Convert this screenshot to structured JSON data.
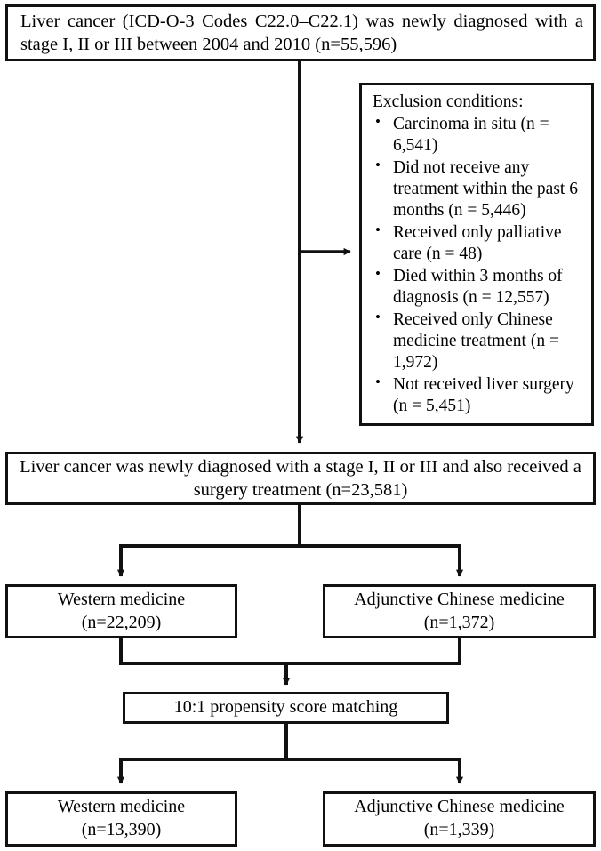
{
  "figure": {
    "type": "flowchart",
    "title": "Study cohort selection flow diagram"
  },
  "nodes": {
    "top_cohort": {
      "line1": "Liver cancer (ICD-O-3 Codes C22.0–C22.1) was newly diagnosed with a",
      "line2": "stage I, II or III  between 2004 and 2010 (n=55,596)"
    },
    "exclusion": {
      "title": "Exclusion conditions:",
      "bullet_glyph": "•",
      "items": [
        "Carcinoma in situ (n = 6,541)",
        "Did not receive any treatment within the past 6 months (n = 5,446)",
        "Received only palliative care (n = 48)",
        "Died within 3 months of diagnosis (n = 12,557)",
        "Received only Chinese medicine treatment (n = 1,972)",
        "Not received liver surgery (n = 5,451)"
      ]
    },
    "surgery_cohort": {
      "line1": "Liver cancer was newly diagnosed with a stage I, II or III and also received a",
      "line2": "surgery treatment (n=23,581)"
    },
    "western_pre": {
      "line1": "Western medicine",
      "line2": "(n=22,209)"
    },
    "adjunctive_pre": {
      "line1": "Adjunctive Chinese medicine",
      "line2": "(n=1,372)"
    },
    "matching": {
      "label": "10:1 propensity score matching"
    },
    "western_post": {
      "line1": "Western medicine",
      "line2": "(n=13,390)"
    },
    "adjunctive_post": {
      "line1": "Adjunctive Chinese medicine",
      "line2": "(n=1,339)"
    }
  },
  "colors": {
    "stroke": "#111111",
    "background": "#ffffff",
    "text": "#000000"
  }
}
